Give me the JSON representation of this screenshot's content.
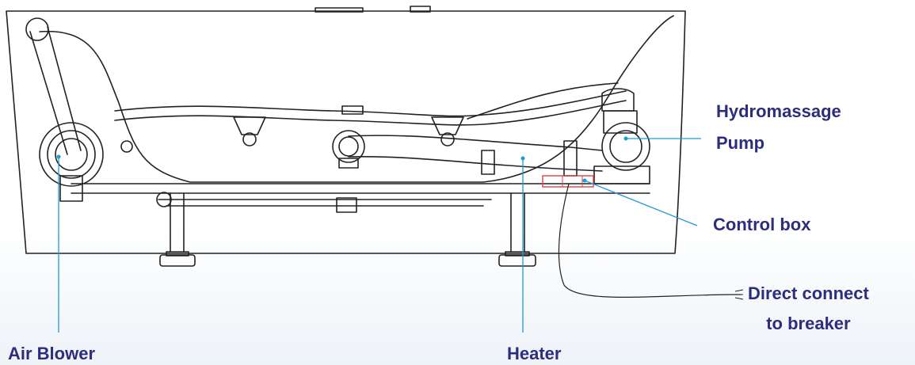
{
  "labels": {
    "hydromassage_pump_line1": "Hydromassage",
    "hydromassage_pump_line2": "Pump",
    "control_box": "Control box",
    "direct_connect_line1": "Direct connect",
    "direct_connect_line2": "to breaker",
    "air_blower": "Air  Blower",
    "heater": "Heater"
  },
  "colors": {
    "label_text": "#2d2d7e",
    "leader_line": "#1e9ad6",
    "drawing_stroke": "#222222",
    "control_box_outline": "#e04040"
  }
}
